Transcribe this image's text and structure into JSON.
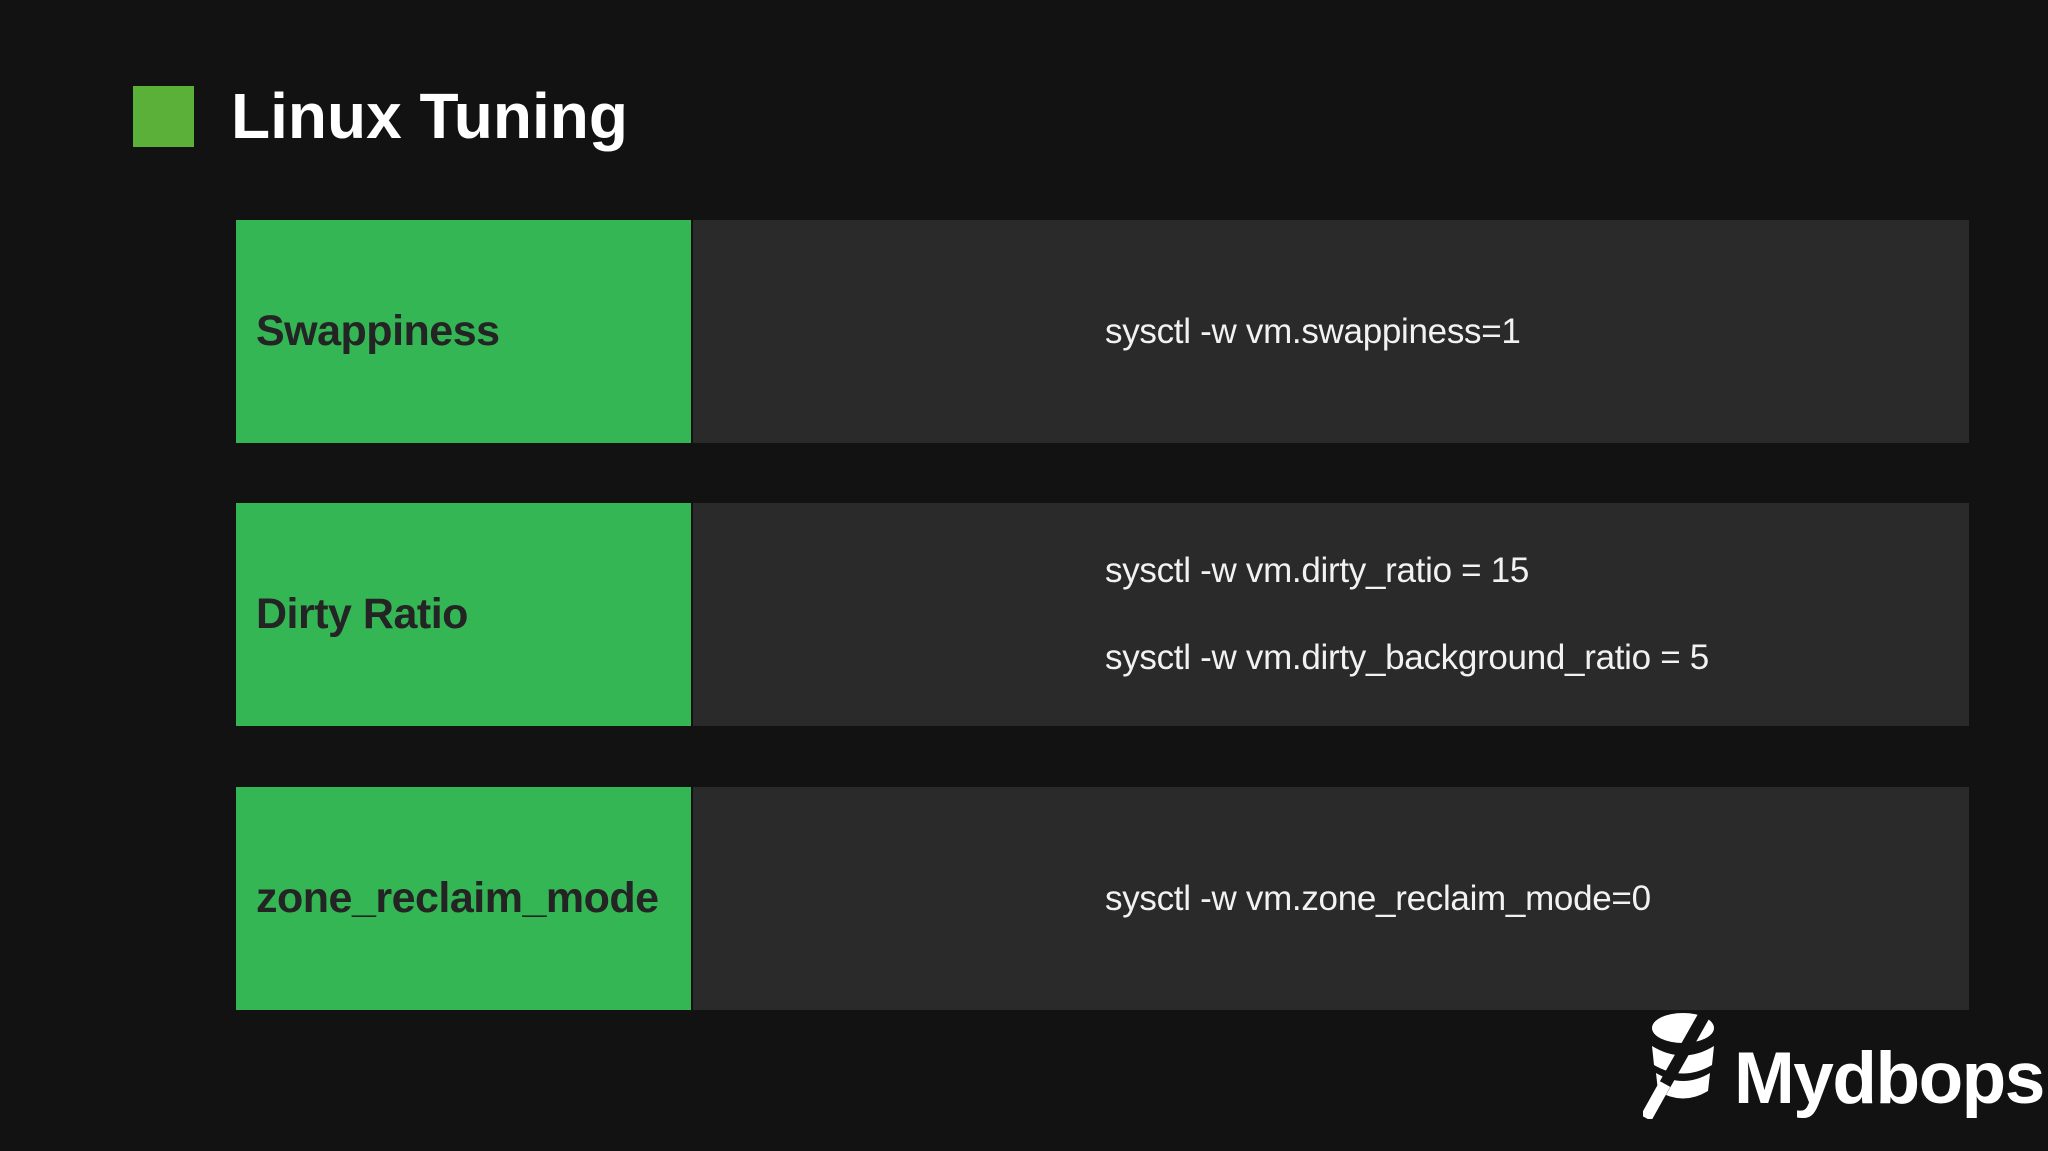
{
  "slide": {
    "title": "Linux Tuning"
  },
  "rows": [
    {
      "label": "Swappiness",
      "commands": [
        "sysctl -w vm.swappiness=1"
      ]
    },
    {
      "label": "Dirty Ratio",
      "commands": [
        "sysctl -w vm.dirty_ratio = 15",
        "sysctl -w vm.dirty_background_ratio = 5"
      ]
    },
    {
      "label": "zone_reclaim_mode",
      "commands": [
        "sysctl -w vm.zone_reclaim_mode=0"
      ]
    }
  ],
  "footer": {
    "brand": "Mydbops",
    "logo_icon": "database-slash-icon"
  },
  "colors": {
    "background": "#121212",
    "title_bullet": "#5bb03a",
    "title_text": "#ffffff",
    "label_box": "#35b655",
    "label_text": "#242424",
    "content_box": "#2a2a2a",
    "command_text": "#f2f2f2",
    "brand_text": "#ffffff"
  }
}
